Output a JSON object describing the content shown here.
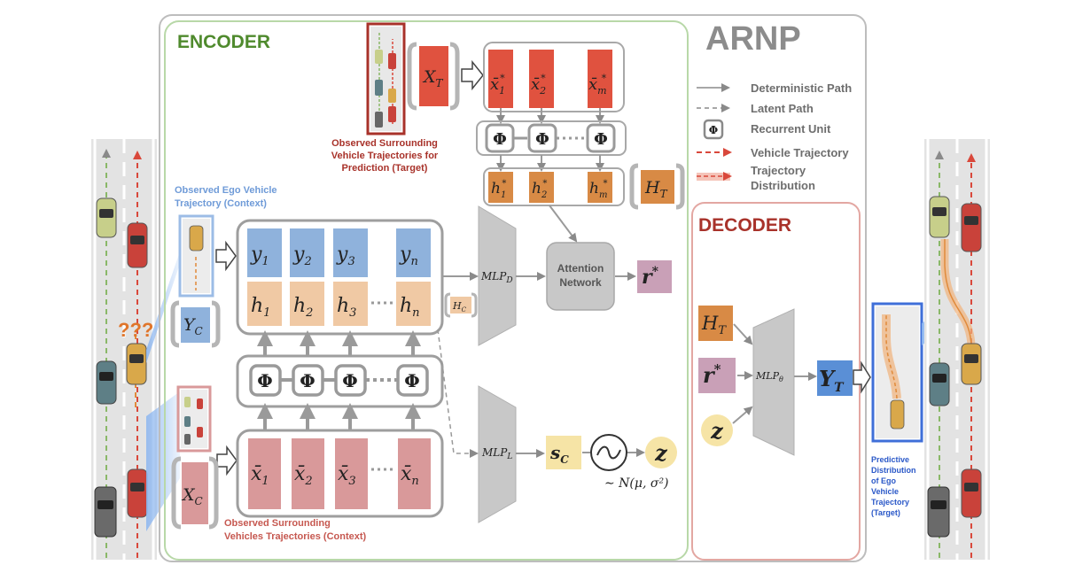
{
  "title": "ARNP",
  "encoder": {
    "label": "ENCODER",
    "target_caption": [
      "Observed Surrounding",
      "Vehicle Trajectories for",
      "Prediction (Target)"
    ],
    "ego_caption": [
      "Observed Ego Vehicle",
      "Trajectory (Context)"
    ],
    "surround_caption": [
      "Observed Surrounding",
      "Vehicles Trajectories (Context)"
    ],
    "x_t": "X",
    "x_t_sub": "T",
    "y_c": "Y",
    "y_c_sub": "C",
    "x_c": "X",
    "x_c_sub": "C",
    "target_states": [
      {
        "base": "x̄",
        "sub": "1",
        "sup": "*"
      },
      {
        "base": "x̄",
        "sub": "2",
        "sup": "*"
      },
      {
        "base": "x̄",
        "sub": "m",
        "sup": "*"
      }
    ],
    "target_hidden": [
      {
        "base": "h",
        "sub": "1",
        "sup": "*"
      },
      {
        "base": "h",
        "sub": "2",
        "sup": "*"
      },
      {
        "base": "h",
        "sub": "m",
        "sup": "*"
      }
    ],
    "h_t": "H",
    "h_t_sub": "T",
    "ego_y": [
      {
        "base": "y",
        "sub": "1"
      },
      {
        "base": "y",
        "sub": "2"
      },
      {
        "base": "y",
        "sub": "3"
      },
      {
        "base": "y",
        "sub": "n"
      }
    ],
    "ego_h": [
      {
        "base": "h",
        "sub": "1"
      },
      {
        "base": "h",
        "sub": "2"
      },
      {
        "base": "h",
        "sub": "3"
      },
      {
        "base": "h",
        "sub": "n"
      }
    ],
    "context_x": [
      {
        "base": "x̄",
        "sub": "1"
      },
      {
        "base": "x̄",
        "sub": "2"
      },
      {
        "base": "x̄",
        "sub": "3"
      },
      {
        "base": "x̄",
        "sub": "n"
      }
    ],
    "h_c": "H",
    "h_c_sub": "C",
    "phi": "Φ",
    "mlp_d": "MLP",
    "mlp_d_sub": "D",
    "mlp_l": "MLP",
    "mlp_l_sub": "L",
    "attention": [
      "Attention",
      "Network"
    ],
    "r_star": "r",
    "r_star_sup": "*",
    "s_c": "s",
    "s_c_sub": "C",
    "sampler": "~",
    "z": "z",
    "dist": "∼ N(μ, σ²)"
  },
  "legend": {
    "items": [
      {
        "label": "Deterministic Path",
        "style": "solid-gray"
      },
      {
        "label": "Latent Path",
        "style": "dashed-gray"
      },
      {
        "label": "Recurrent Unit",
        "style": "phi-box"
      },
      {
        "label": "Vehicle Trajectory",
        "style": "dashed-red"
      },
      {
        "label": "Trajectory Distribution",
        "style": "band-red"
      }
    ]
  },
  "decoder": {
    "label": "DECODER",
    "h_t": "H",
    "h_t_sub": "T",
    "r_star": "r",
    "r_star_sup": "*",
    "z": "z",
    "mlp": "MLP",
    "mlp_sub": "θ",
    "y_t": "Y",
    "y_t_sub": "T",
    "pred_caption": [
      "Predictive",
      "Distribution",
      "of Ego",
      "Vehicle",
      "Trajectory",
      "(Target)"
    ]
  },
  "road_left": {
    "question": "???"
  },
  "colors": {
    "encoder_green": "#4f8a2d",
    "decoder_red": "#a8322a",
    "blue_box": "#8fb2dc",
    "orange_box": "#f0c9a4",
    "red_box": "#d9999a",
    "target_red": "#e0523f",
    "target_orange": "#d88a45",
    "purple_box": "#c9a0b7",
    "yellow_box": "#f6e4a6",
    "gray_mlp": "#c8c8c8",
    "blue_y": "#5a8fd6"
  }
}
